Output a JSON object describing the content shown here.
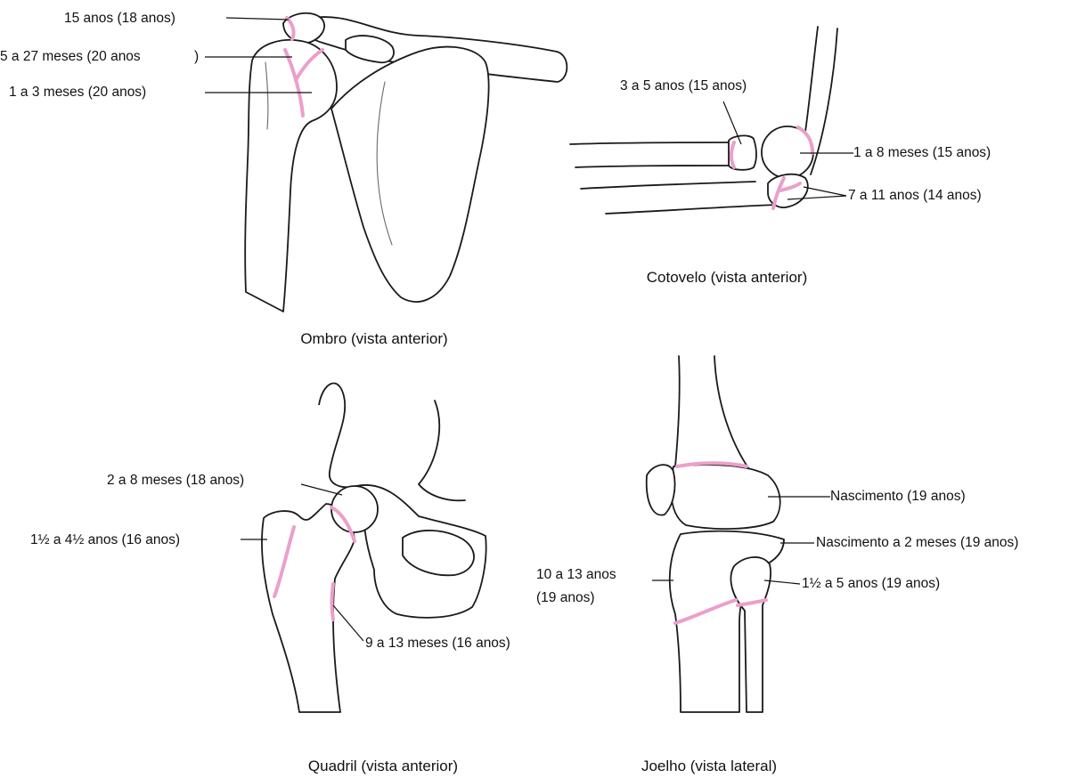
{
  "colors": {
    "growth_plate": "#ec9fcb",
    "bone_outline": "#1a1a1a",
    "leader": "#111111",
    "background": "#ffffff"
  },
  "shoulder": {
    "caption": "Ombro (vista anterior)",
    "labels": {
      "acromion": "15 anos (18 anos)",
      "greater_tuberosity_a": "5 a 27 meses (20 anos",
      "greater_tuberosity_b": ")",
      "humeral_head": "1 a 3 meses (20 anos)"
    }
  },
  "elbow": {
    "caption": "Cotovelo (vista anterior)",
    "labels": {
      "radial_head": "3 a 5 anos (15 anos)",
      "capitellum": "1 a 8 meses (15 anos)",
      "olecranon": "7 a 11 anos (14 anos)"
    }
  },
  "hip": {
    "caption": "Quadril (vista anterior)",
    "labels": {
      "femoral_head": "2 a 8 meses (18 anos)",
      "greater_trochanter": "1½ a 4½ anos (16 anos)",
      "lesser_trochanter": "9 a 13 meses (16 anos)"
    }
  },
  "knee": {
    "caption": "Joelho (vista lateral)",
    "labels": {
      "distal_femur": "Nascimento (19 anos)",
      "proximal_tibia": "Nascimento a 2 meses (19 anos)",
      "tibial_tuberosity_line1": "10 a 13 anos",
      "tibial_tuberosity_line2": "(19 anos)",
      "fibular_head": "1½ a 5 anos (19 anos)"
    }
  }
}
